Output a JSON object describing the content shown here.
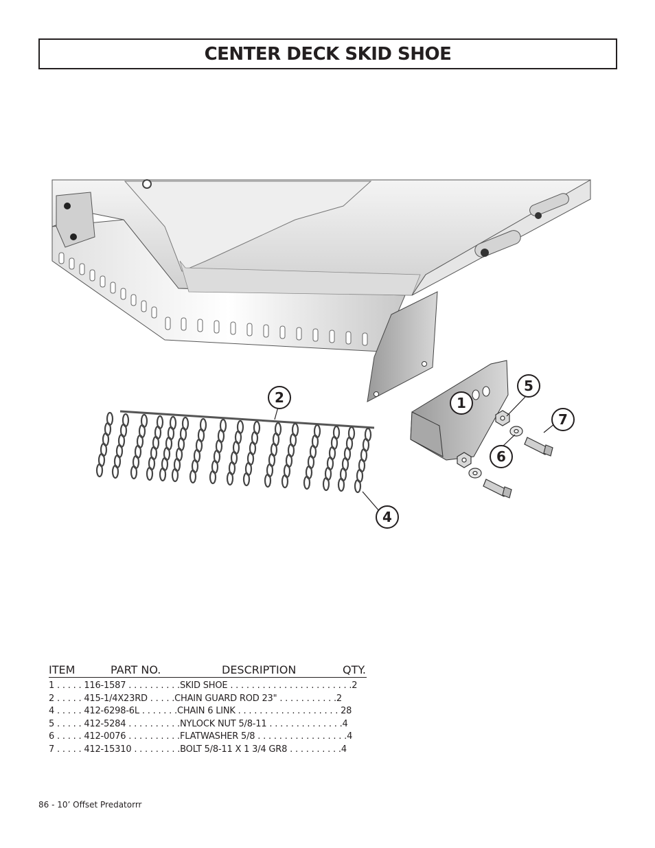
{
  "title": "CENTER DECK SKID SHOE",
  "callouts": [
    "1",
    "2",
    "4",
    "5",
    "6",
    "7"
  ],
  "parts_table": {
    "headers": {
      "item": "ITEM",
      "part_no": "PART NO.",
      "description": "DESCRIPTION",
      "qty": "QTY."
    },
    "rows": [
      "1 . . . . . 116-1587 . . . . . . . . . .SKID SHOE . . . . . . . . . . . . . . . . . . . . . . .2",
      "2 . . . . . 415-1/4X23RD . . . . .CHAIN GUARD ROD 23\" . . . . . . . . . . .2",
      "4 . . . . . 412-6298-6L . . . . . . .CHAIN 6 LINK . . . . . . . . . . . . . . . . . . . 28",
      "5 . . . . . 412-5284 . . . . . . . . . .NYLOCK NUT 5/8-11 . . . . . . . . . . . . . .4",
      "6 . . . . . 412-0076 . . . . . . . . . .FLATWASHER 5/8 . . . . . . . . . . . . . . . . .4",
      "7 . . . . . 412-15310 . . . . . . . . .BOLT 5/8-11 X 1 3/4 GR8 . . . . . . . . . .4"
    ]
  },
  "footer": "86 - 10’ Offset Predatorrr"
}
